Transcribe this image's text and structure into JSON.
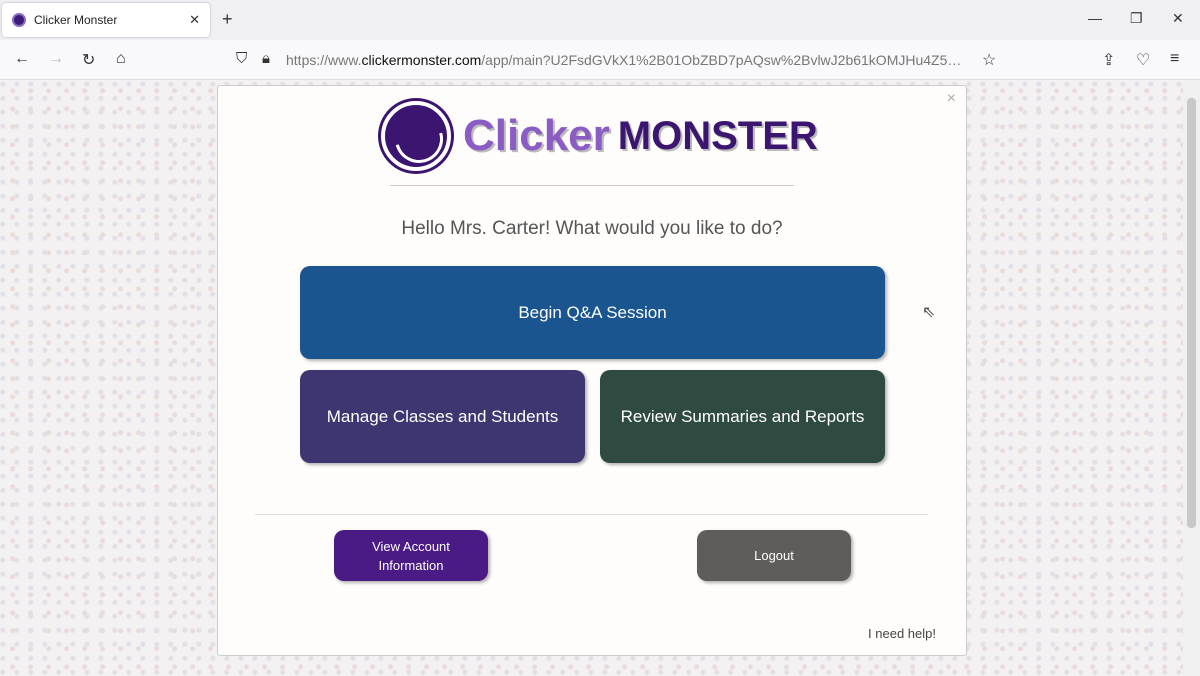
{
  "browser": {
    "tab_title": "Clicker Monster",
    "url_prefix": "https://www.",
    "url_domain": "clickermonster.com",
    "url_path": "/app/main?U2FsdGVkX1%2B01ObZBD7pAQsw%2BvlwJ2b61kOMJHu4Z5Q1bVKG1CRv2R"
  },
  "app": {
    "logo_word1": "Clicker",
    "logo_word2": "MONSTER",
    "greeting": "Hello Mrs. Carter! What would you like to do?",
    "buttons": {
      "begin": "Begin Q&A Session",
      "manage": "Manage Classes and Students",
      "review": "Review Summaries and Reports",
      "account": "View Account Information",
      "logout": "Logout"
    },
    "help": "I need help!"
  },
  "colors": {
    "begin": "#1a5590",
    "manage": "#3d3670",
    "review": "#2f4a40",
    "account": "#4a1a85",
    "logout": "#5f5d5b"
  }
}
